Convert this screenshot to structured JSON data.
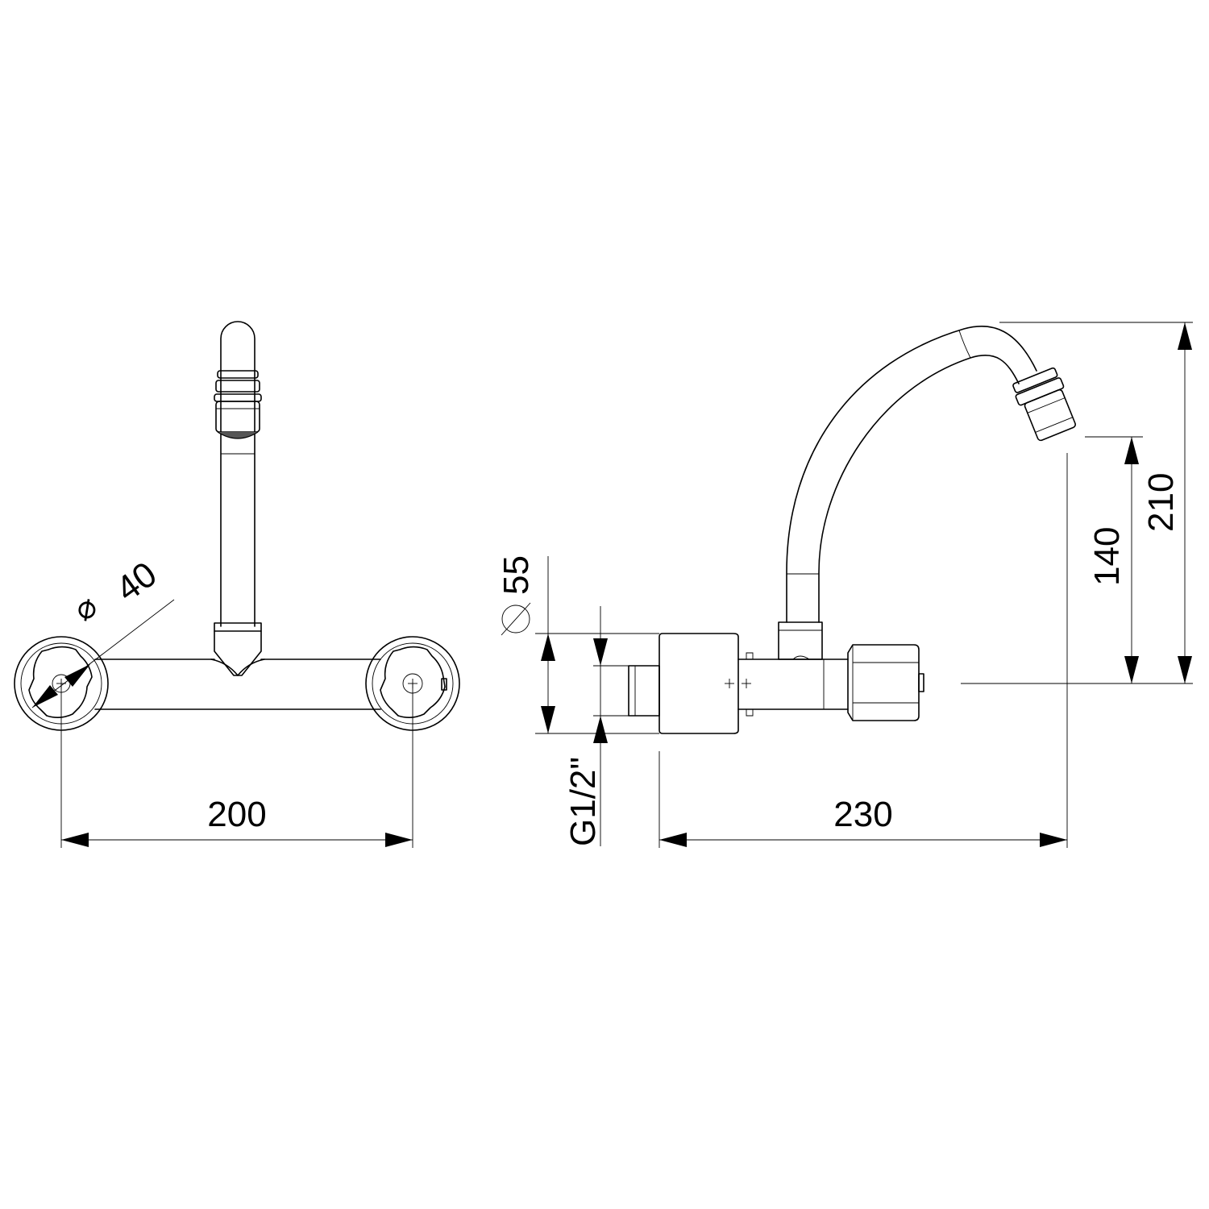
{
  "dimensions": {
    "phi_front": "40",
    "spacing_front": "200",
    "phi_side": "55",
    "thread": "G1/2\"",
    "depth": "230",
    "outlet_height": "140",
    "overall_height": "210"
  },
  "symbols": {
    "diameter": "⌀"
  }
}
